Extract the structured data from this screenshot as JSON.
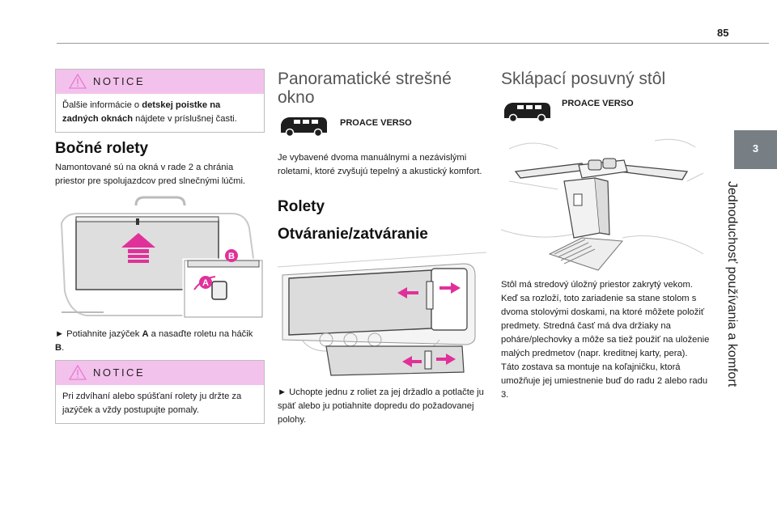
{
  "page_number": "85",
  "chapter": {
    "number": "3",
    "title": "Jednoduchosť používania a komfort"
  },
  "col1": {
    "notice1": {
      "label": "NOTICE",
      "text_pre": "Ďalšie informácie o ",
      "text_bold": "detskej poistke na zadných oknách",
      "text_post": " nájdete v príslušnej časti."
    },
    "heading": "Bočné rolety",
    "intro": "Namontované sú na okná v rade 2 a chránia priestor pre spolujazdcov pred slnečnými lúčmi.",
    "figure_letters": [
      "B",
      "A"
    ],
    "step_pre": "► Potiahnite jazýček ",
    "step_a": "A",
    "step_mid": " a nasaďte roletu na háčik ",
    "step_b": "B",
    "step_post": ".",
    "notice2": {
      "label": "NOTICE",
      "text": "Pri zdvíhaní alebo spúšťaní rolety ju držte za jazýček a vždy postupujte pomaly."
    }
  },
  "col2": {
    "heading_line1": "Panoramatické strešné",
    "heading_line2": "okno",
    "badge": "PROACE VERSO",
    "intro": "Je vybavené dvoma manuálnymi a nezávislými roletami, ktoré zvyšujú tepelný a akustický komfort.",
    "sub1": "Rolety",
    "sub2": "Otváranie/zatváranie",
    "step": "► Uchopte jednu z roliet za jej držadlo a potlačte ju späť alebo ju potiahnite dopredu do požadovanej polohy."
  },
  "col3": {
    "heading": "Sklápací posuvný stôl",
    "badge": "PROACE VERSO",
    "text": "Stôl má stredový úložný priestor zakrytý vekom. Keď sa rozloží, toto zariadenie sa stane stolom s dvoma stolovými doskami, na ktoré môžete položiť predmety. Stredná časť má dva držiaky na poháre/plechovky a môže sa tiež použiť na uloženie malých predmetov (napr. kreditnej karty, pera).\nTáto zostava sa montuje na koľajničku, ktorá umožňuje jej umiestnenie buď do radu 2 alebo radu 3."
  },
  "colors": {
    "notice_header": "#f3c2ec",
    "arrow": "#e0319a",
    "tab": "#777f85"
  }
}
